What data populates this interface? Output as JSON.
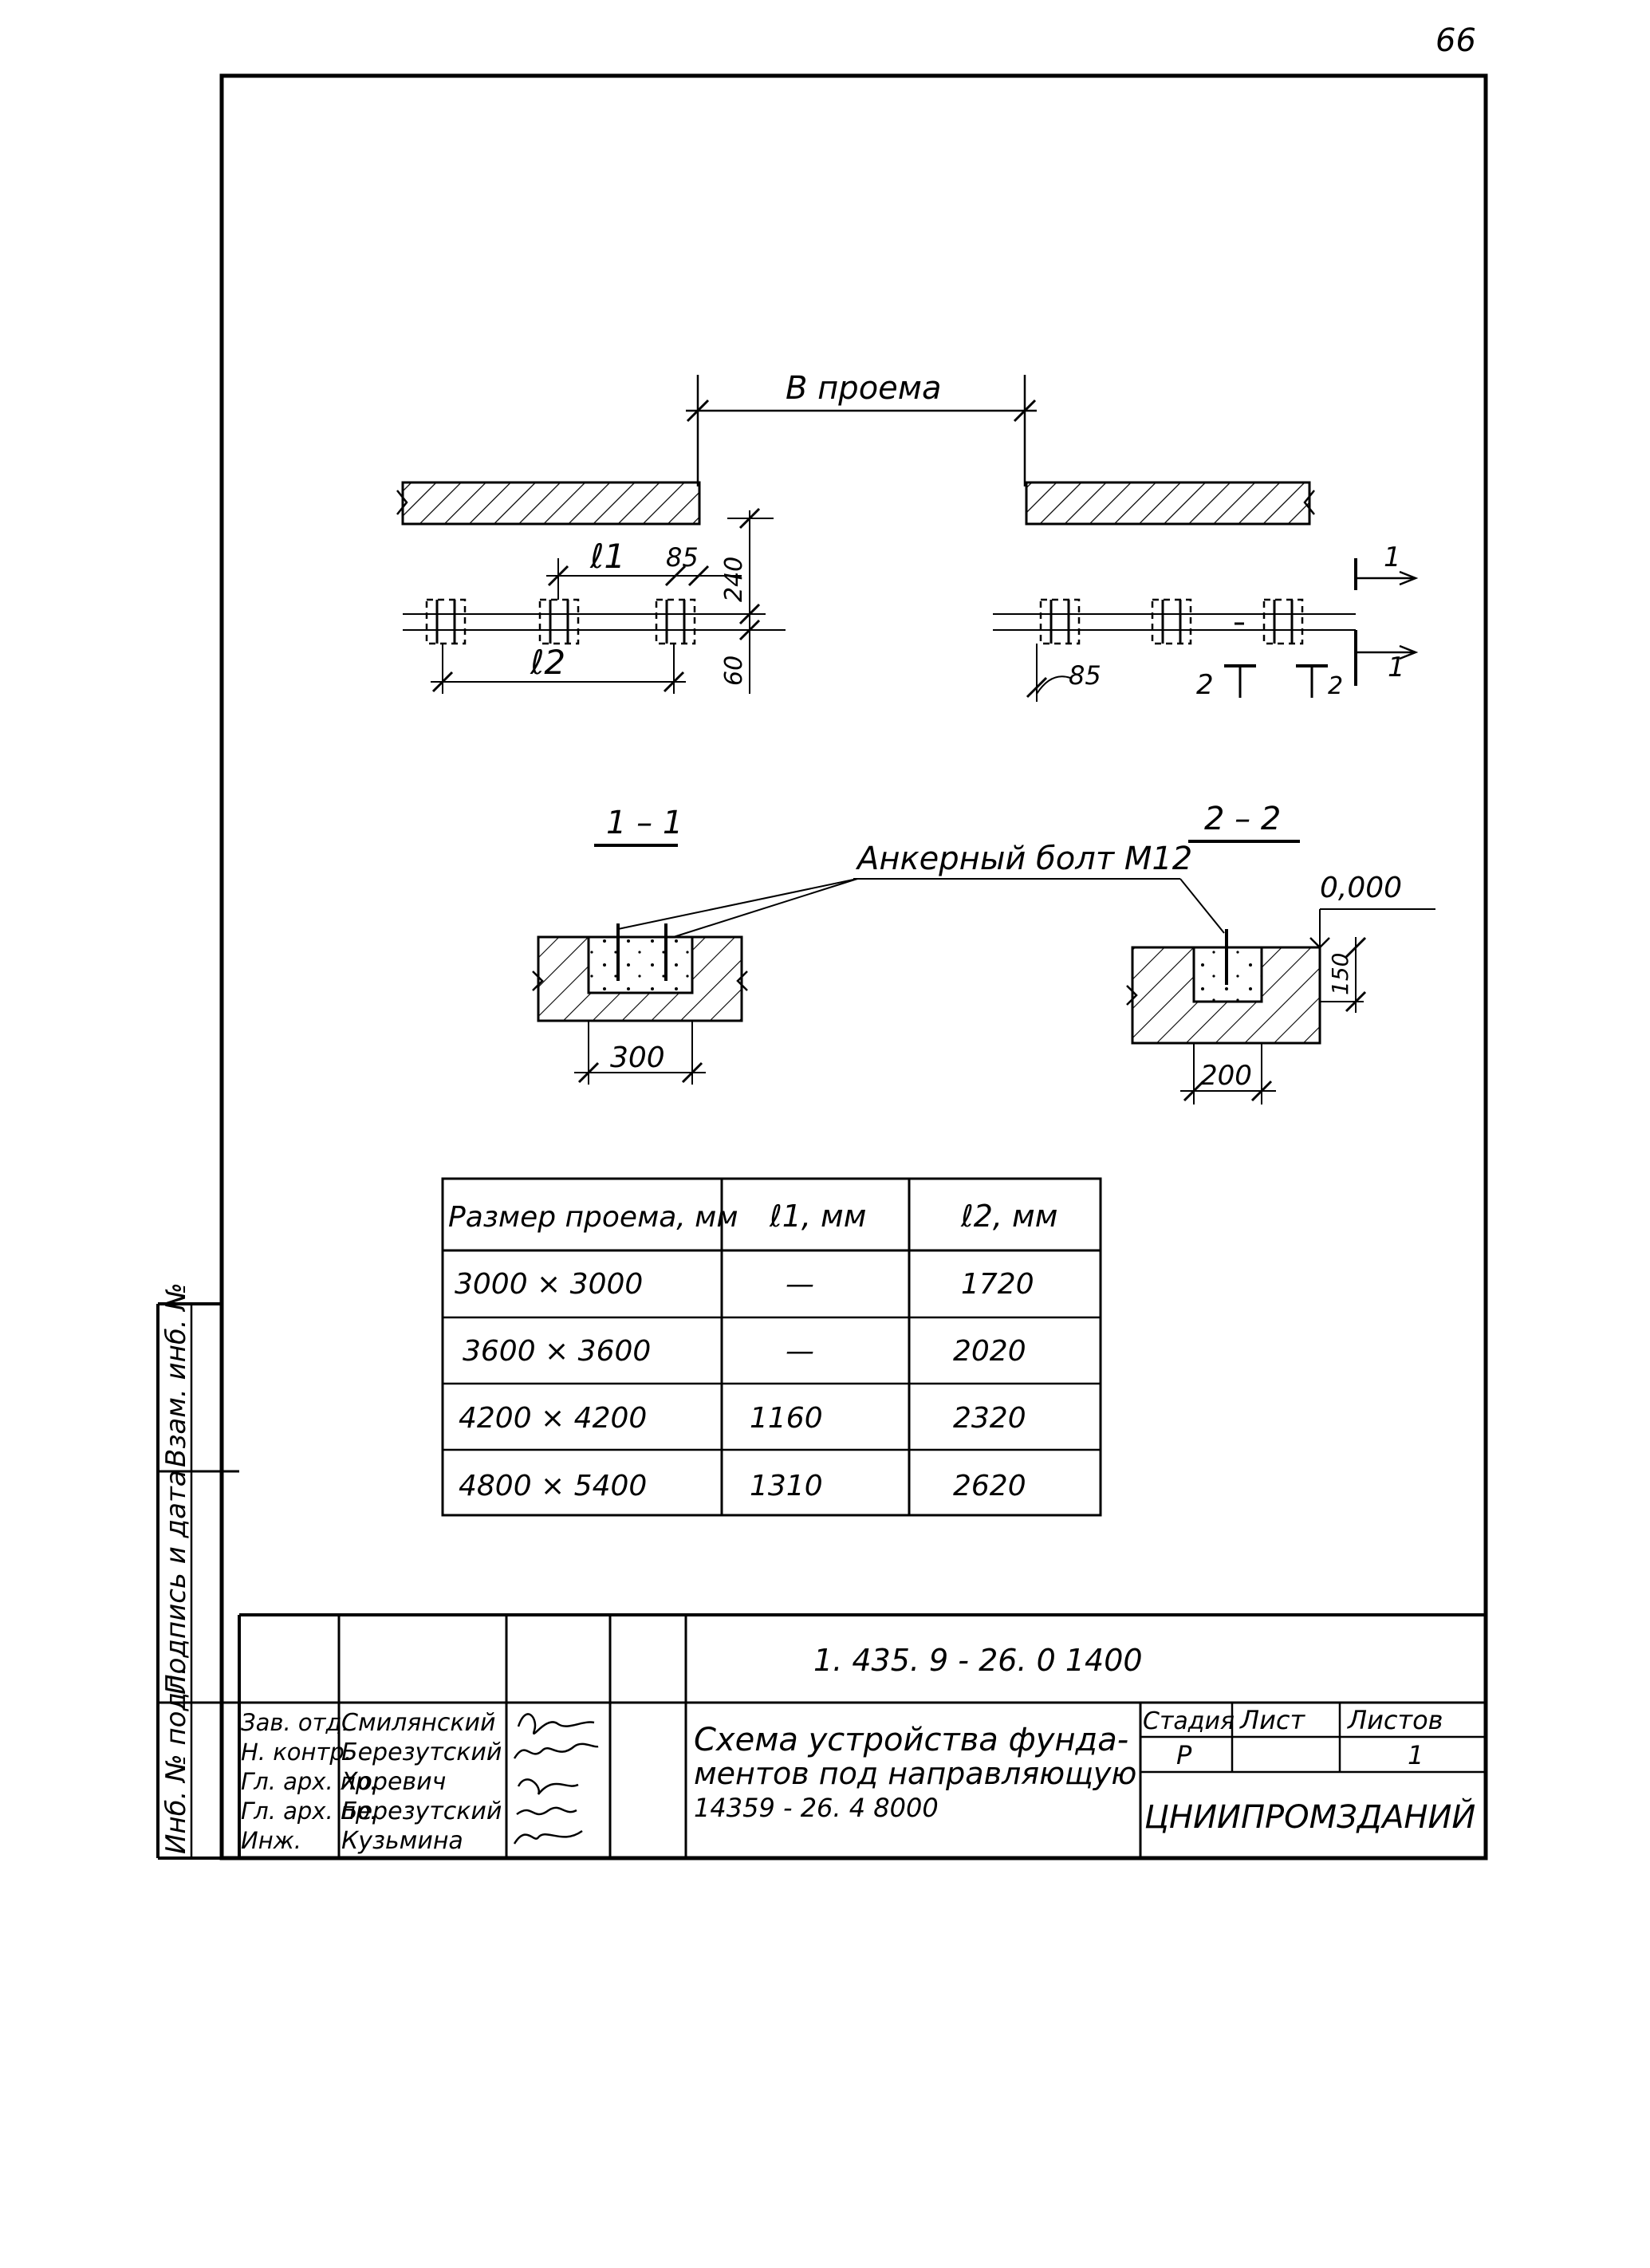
{
  "sheet_number": "66",
  "drawing": {
    "opening_label": "В проема",
    "label_l1": "ℓ1",
    "label_l2": "ℓ2",
    "dim_85": "85",
    "dim_240": "240",
    "dim_60": "60",
    "cut_1": "1",
    "cut_2": "2",
    "section_1_title": "1 – 1",
    "section_2_title": "2 – 2",
    "anchor_label": "Анкерный болт М12",
    "level_mark": "0,000",
    "dim_300": "300",
    "dim_200": "200",
    "dim_150": "150"
  },
  "table": {
    "headers": [
      "Размер проема, мм",
      "ℓ1, мм",
      "ℓ2, мм"
    ],
    "rows": [
      [
        "3000 × 3000",
        "—",
        "1720"
      ],
      [
        "3600 × 3600",
        "—",
        "2020"
      ],
      [
        "4200 × 4200",
        "1160",
        "2320"
      ],
      [
        "4800 × 5400",
        "1310",
        "2620"
      ]
    ]
  },
  "side_stamp": {
    "inv_podl": "Инб. № подл.",
    "signature_date": "Подпись и дата",
    "vzam_inv": "Взам. инб. №"
  },
  "title_block": {
    "code": "1. 435. 9 - 26. 0   1400",
    "roles": [
      "Зав. отд.",
      "Н. контр.",
      "Гл. арх. пр.",
      "Гл. арх. пр.",
      "Инж."
    ],
    "names": [
      "Смилянский",
      "Березутский",
      "Хоревич",
      "Березутский",
      "Кузьмина"
    ],
    "title_lines": [
      "Схема устройства фунда-",
      "ментов под направляющую",
      "14359 - 26. 4 8000"
    ],
    "stage_header": "Стадия",
    "sheet_header": "Лист",
    "sheets_header": "Листов",
    "stage_value": "Р",
    "sheet_value": "",
    "sheets_value": "1",
    "organization": "ЦНИИПРОМЗДАНИЙ"
  }
}
